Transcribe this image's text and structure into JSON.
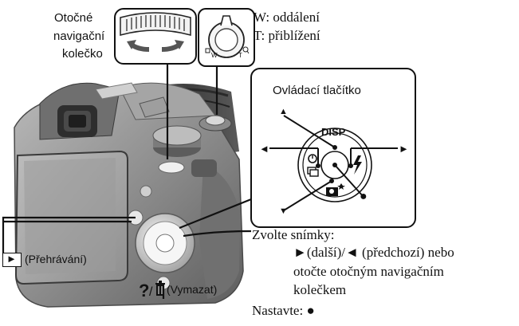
{
  "left_label": {
    "line1": "Otočné",
    "line2": "navigační",
    "line3": "kolečko"
  },
  "zoom_lever": {
    "w_mark": "W",
    "t_mark": "T",
    "w_text": "W: oddálení",
    "t_text": "T: přiblížení"
  },
  "control_panel": {
    "title": "Ovládací tlačítko",
    "disp": "DISP",
    "up_arrow": "▲",
    "down_arrow": "▼",
    "left_arrow": "◄",
    "right_arrow": "►",
    "center_dot": "●"
  },
  "playback": {
    "icon": "►",
    "label": "(Přehrávání)"
  },
  "delete": {
    "label": "(Vymazat)"
  },
  "instructions": {
    "select_label": "Zvolte snímky:",
    "line1": "►(další)/◄ (předchozí) nebo",
    "line2": "otočte otočným navigačním",
    "line3": "kolečkem",
    "set_label": "Nastavte: ●"
  },
  "colors": {
    "accent": "#111111",
    "camera_body": "#8a8a8a",
    "panel_border": "#111111"
  }
}
